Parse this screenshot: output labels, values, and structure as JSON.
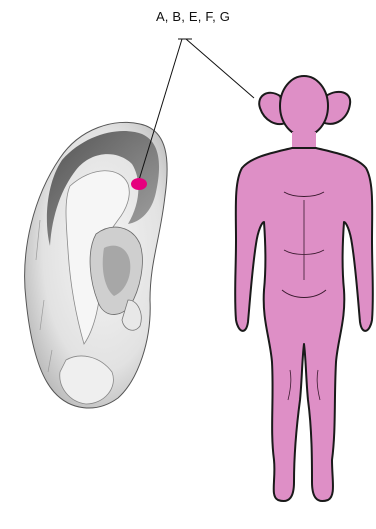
{
  "label": "A, B, E, F, G",
  "colors": {
    "marker": "#e6007e",
    "body_fill": "#de8fc6",
    "outline": "#1a1a1a"
  },
  "icons": {
    "ear": "ear-illustration",
    "body": "human-body-silhouette",
    "point": "acupoint-marker"
  }
}
